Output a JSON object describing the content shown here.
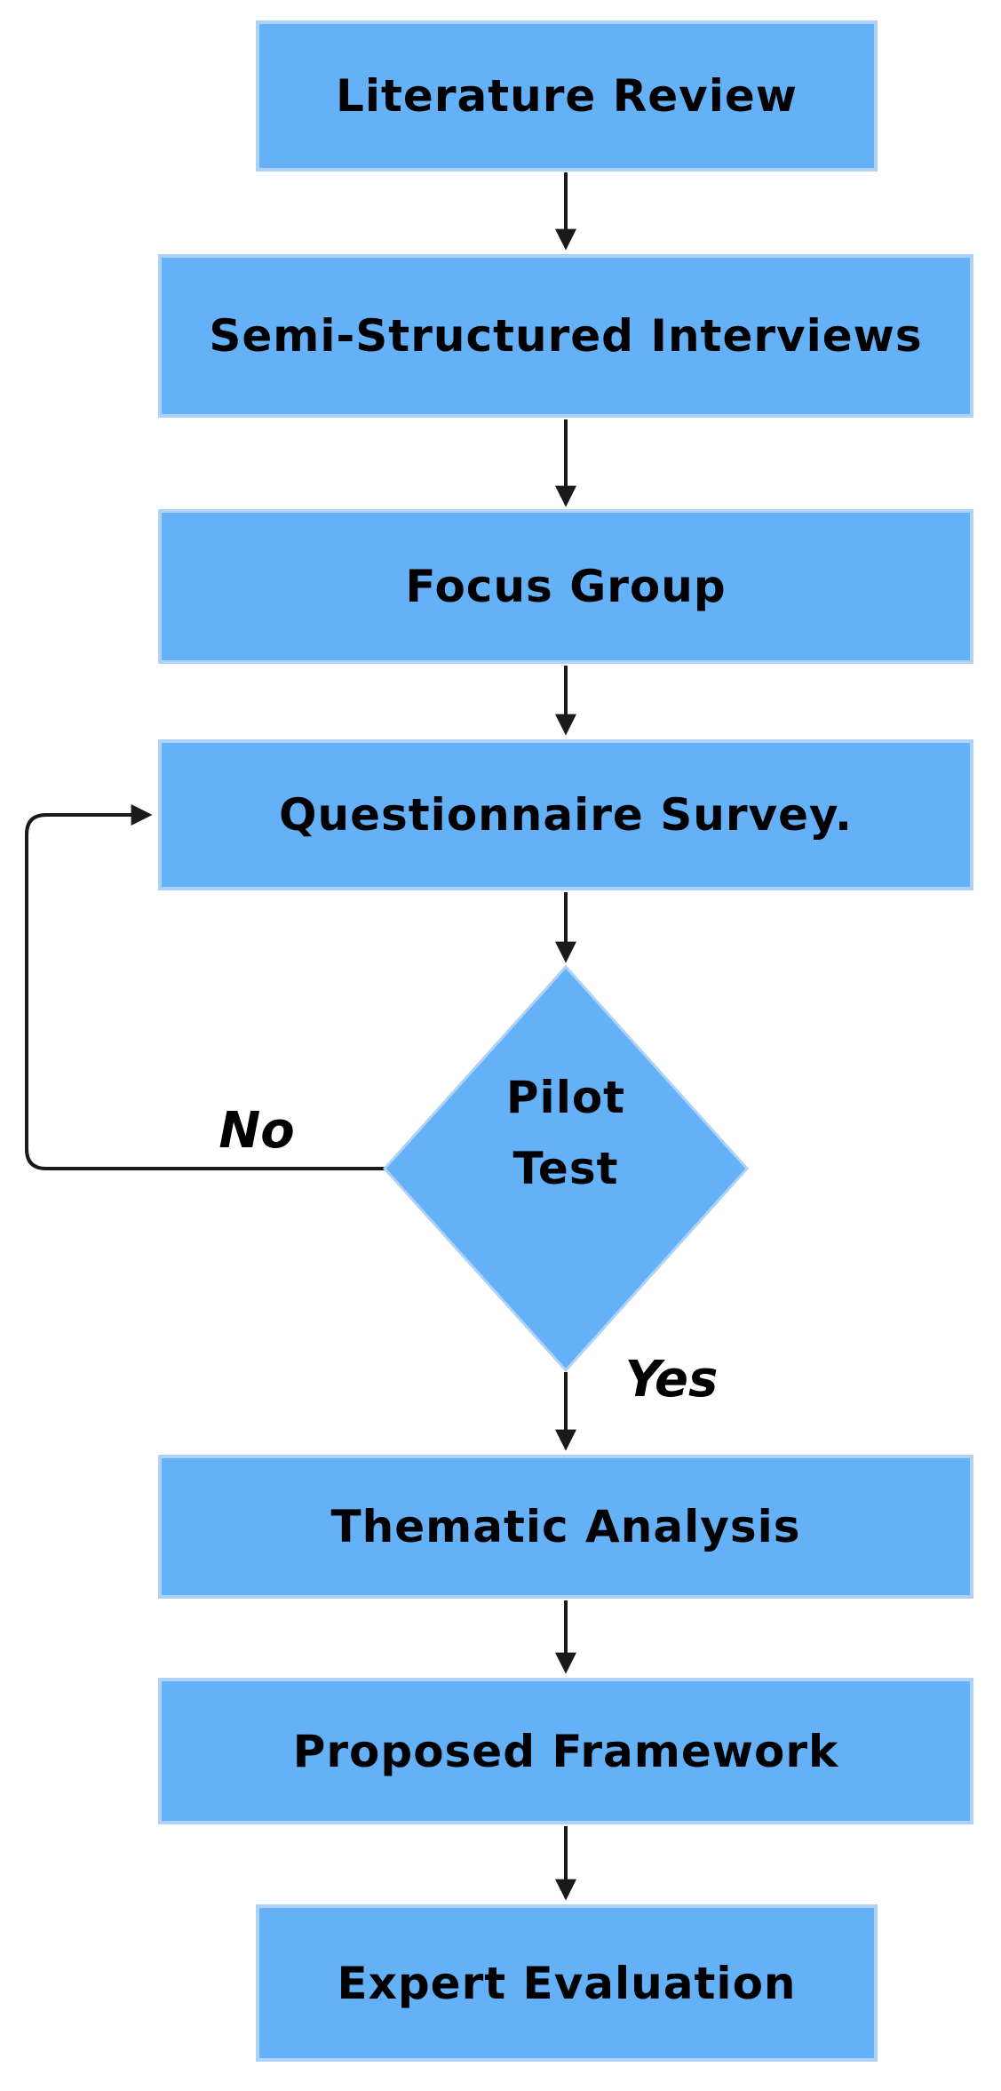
{
  "diagram": {
    "type": "flowchart",
    "colors": {
      "node_fill": "#64b1f7",
      "node_border": "#aed2f7",
      "line_color": "#1a1a1a",
      "text_color": "#000000",
      "background": "#ffffff"
    },
    "nodes": [
      {
        "id": "literature-review",
        "shape": "rectangle",
        "label": "Literature Review"
      },
      {
        "id": "semi-structured-interviews",
        "shape": "rectangle",
        "label": "Semi-Structured Interviews"
      },
      {
        "id": "focus-group",
        "shape": "rectangle",
        "label": "Focus Group"
      },
      {
        "id": "questionnaire-survey",
        "shape": "rectangle",
        "label": "Questionnaire Survey."
      },
      {
        "id": "pilot-test",
        "shape": "diamond",
        "label": "Pilot Test"
      },
      {
        "id": "thematic-analysis",
        "shape": "rectangle",
        "label": "Thematic Analysis"
      },
      {
        "id": "proposed-framework",
        "shape": "rectangle",
        "label": "Proposed Framework"
      },
      {
        "id": "expert-evaluation",
        "shape": "rectangle",
        "label": "Expert Evaluation"
      }
    ],
    "edges": [
      {
        "from": "literature-review",
        "to": "semi-structured-interviews",
        "label": ""
      },
      {
        "from": "semi-structured-interviews",
        "to": "focus-group",
        "label": ""
      },
      {
        "from": "focus-group",
        "to": "questionnaire-survey",
        "label": ""
      },
      {
        "from": "questionnaire-survey",
        "to": "pilot-test",
        "label": ""
      },
      {
        "from": "pilot-test",
        "to": "thematic-analysis",
        "label": "Yes"
      },
      {
        "from": "thematic-analysis",
        "to": "proposed-framework",
        "label": ""
      },
      {
        "from": "proposed-framework",
        "to": "expert-evaluation",
        "label": ""
      },
      {
        "from": "pilot-test",
        "to": "questionnaire-survey",
        "label": "No"
      }
    ]
  }
}
